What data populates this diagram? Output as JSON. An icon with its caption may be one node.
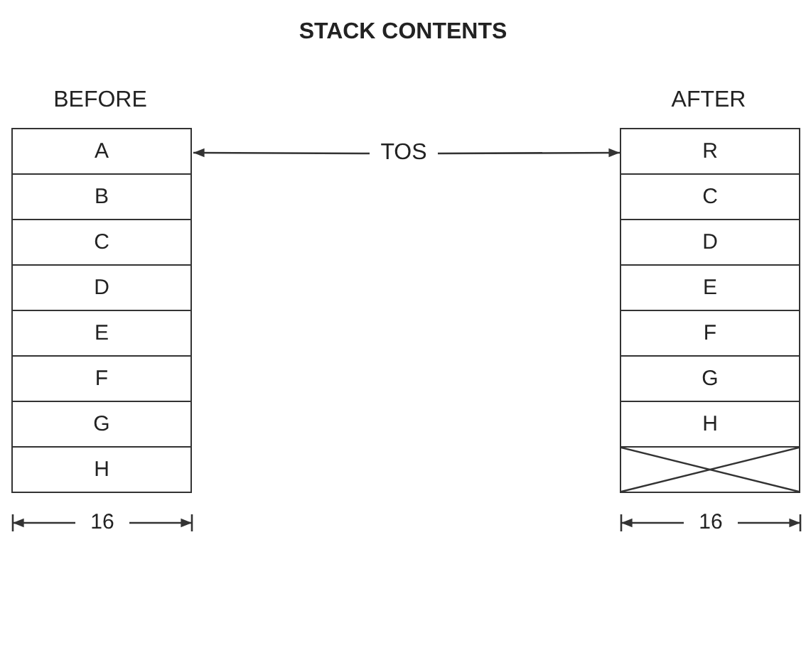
{
  "diagram": {
    "title": "STACK CONTENTS",
    "nodes": [
      {
        "text": [
          "BEFORE"
        ]
      },
      {
        "text": [
          "A"
        ],
        "in": 0
      },
      {
        "text": [
          "B"
        ],
        "in": 0
      },
      {
        "text": [
          "C"
        ],
        "in": 0
      },
      {
        "text": [
          "D"
        ],
        "in": 0
      },
      {
        "text": [
          "E"
        ],
        "in": 0
      },
      {
        "text": [
          "F"
        ],
        "in": 0
      },
      {
        "text": [
          "G"
        ],
        "in": 0
      },
      {
        "text": [
          "H"
        ],
        "in": 0
      },
      {
        "text": [
          "AFTER"
        ]
      },
      {
        "text": [
          "R"
        ],
        "in": 9
      },
      {
        "text": [
          "C"
        ],
        "in": 9
      },
      {
        "text": [
          "D"
        ],
        "in": 9
      },
      {
        "text": [
          "E"
        ],
        "in": 9
      },
      {
        "text": [
          "F"
        ],
        "in": 9
      },
      {
        "text": [
          "G"
        ],
        "in": 9
      },
      {
        "text": [
          "H"
        ],
        "in": 9
      },
      {
        "text": [],
        "shape": "box",
        "in": 9
      },
      {
        "text": [
          "TOS"
        ]
      }
    ],
    "edges": [
      {
        "from": 18,
        "to": 1,
        "arrow": "to"
      },
      {
        "from": 18,
        "to": 10,
        "arrow": "to"
      }
    ],
    "labels": [
      "16",
      "16"
    ]
  }
}
